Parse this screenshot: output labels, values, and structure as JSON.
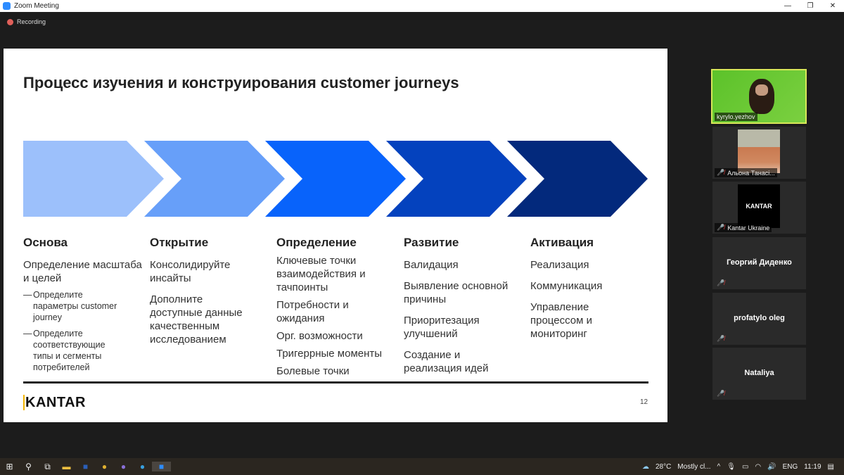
{
  "window": {
    "title": "Zoom Meeting",
    "recording": "Recording",
    "controls": [
      "—",
      "❐",
      "✕"
    ]
  },
  "slide": {
    "title": "Процесс изучения и конструирования customer journeys",
    "chevron_colors": [
      "#9cc0fb",
      "#679ff9",
      "#0863fb",
      "#0442be",
      "#03297c"
    ],
    "columns": [
      {
        "heading": "Основа",
        "items": [
          "Определение масштаба и целей"
        ],
        "subitems": [
          "Определите параметры customer journey",
          "Определите соответствующие типы и сегменты потребителей"
        ]
      },
      {
        "heading": "Открытие",
        "items": [
          "Консолидируйте инсайты",
          "Дополните доступные данные качественным исследованием"
        ]
      },
      {
        "heading": "Определение",
        "items": [
          "Ключевые точки взаимодействия и тачпоинты",
          "Потребности и ожидания",
          "Орг. возможности",
          "Тригеррные моменты",
          "Болевые точки"
        ]
      },
      {
        "heading": "Развитие",
        "items": [
          "Валидация",
          "Выявление основной причины",
          "Приоритезация улучшений",
          "Создание и реализация идей"
        ]
      },
      {
        "heading": "Активация",
        "items": [
          "Реализация",
          "Коммуникация",
          "Управление процессом и мониторинг"
        ]
      }
    ],
    "logo": "KANTAR",
    "page_number": "12"
  },
  "participants": [
    {
      "name": "kyrylo.yezhov",
      "type": "video"
    },
    {
      "name": "Альона Танасі...",
      "type": "photo"
    },
    {
      "name": "Kantar Ukraine",
      "type": "logo",
      "logo_text": "KANTAR"
    },
    {
      "name": "Георгий Диденко",
      "type": "text"
    },
    {
      "name": "profatylo oleg",
      "type": "text"
    },
    {
      "name": "Nataliya",
      "type": "text"
    }
  ],
  "taskbar": {
    "weather": "28°C",
    "weather_text": "Mostly cl...",
    "lang": "ENG",
    "time": "11:19"
  }
}
